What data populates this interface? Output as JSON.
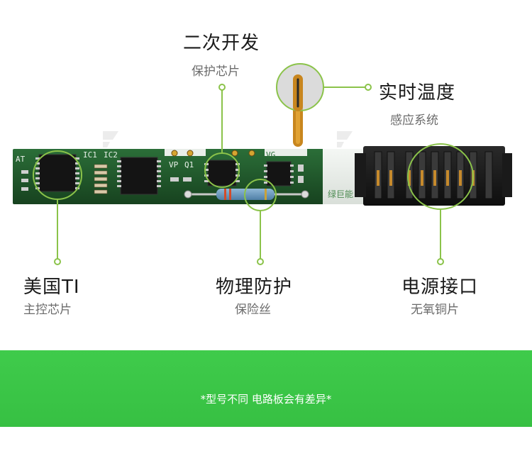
{
  "labels": {
    "protect": {
      "title": "二次开发",
      "subtitle": "保护芯片"
    },
    "temp": {
      "title": "实时温度",
      "subtitle": "感应系统"
    },
    "ti": {
      "title": "美国TI",
      "subtitle": "主控芯片"
    },
    "physical": {
      "title": "物理防护",
      "subtitle": "保险丝"
    },
    "power": {
      "title": "电源接口",
      "subtitle": "无氧铜片"
    }
  },
  "board": {
    "silk_ic1": "IC1",
    "silk_ic2": "IC2",
    "silk_vp": "VP",
    "silk_q1": "Q1",
    "silk_vg": "VG",
    "silk_at": "AT",
    "brand_mark": "绿巨能"
  },
  "footnote": "*型号不同 电路板会有差异*",
  "colors": {
    "accent_green": "#8bc34a",
    "band_green": "#3fcb4b",
    "pcb_green": "#1f5a2c"
  }
}
